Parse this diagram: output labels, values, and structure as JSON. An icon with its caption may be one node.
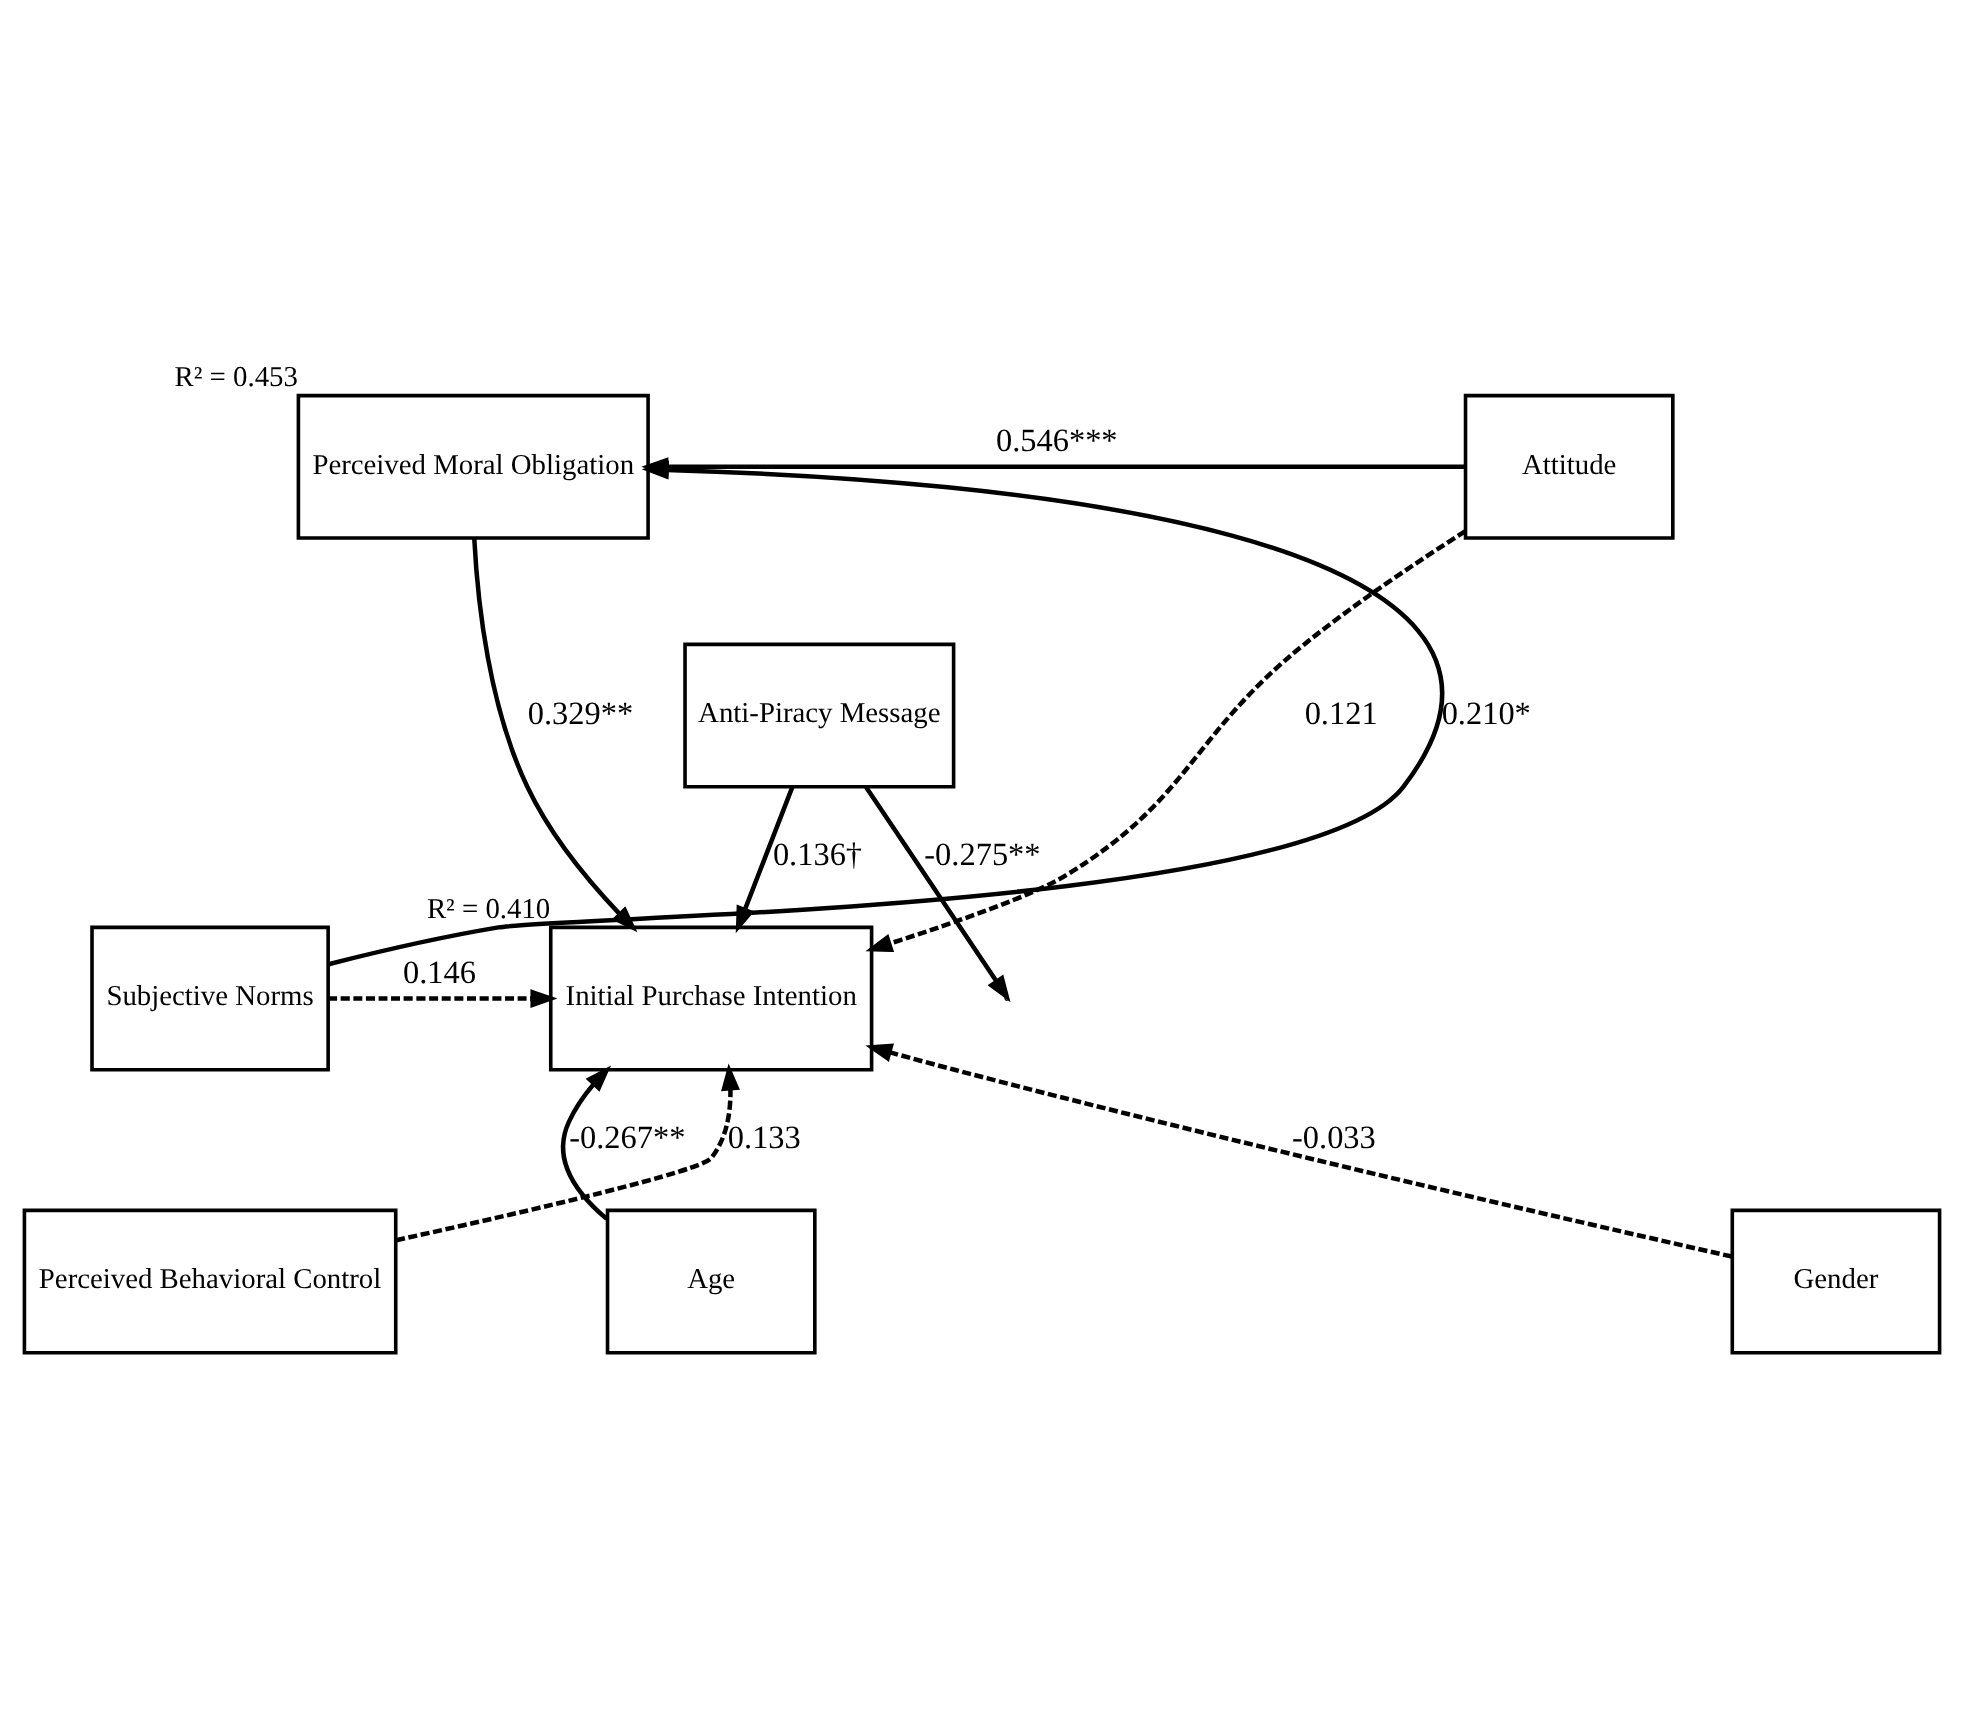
{
  "diagram": {
    "nodes": [
      {
        "text": [
          "Perceived Moral Obligation"
        ],
        "beside": [
          "R² = 0.453"
        ]
      },
      {
        "text": [
          "Attitude"
        ]
      },
      {
        "text": [
          "Anti-Piracy Message"
        ]
      },
      {
        "text": [
          "Subjective Norms"
        ]
      },
      {
        "text": [
          "Initial Purchase Intention"
        ],
        "beside": [
          "R² = 0.410"
        ]
      },
      {
        "text": [
          "Perceived Behavioral Control"
        ]
      },
      {
        "text": [
          "Age"
        ]
      },
      {
        "text": [
          "Gender"
        ]
      }
    ],
    "edges": [
      {
        "from": 1,
        "to": 0,
        "arrow": "to",
        "label": "0.546***"
      },
      {
        "from": 0,
        "to": 4,
        "arrow": "to",
        "label": "0.329**"
      },
      {
        "from": 2,
        "to": null,
        "arrow": "to",
        "label": "-0.275**"
      },
      {
        "from": 2,
        "to": 4,
        "arrow": "to",
        "label": "0.136†"
      },
      {
        "from": 1,
        "to": 4,
        "arrow": "to",
        "label": "0.121",
        "style": "dashed"
      },
      {
        "from": 3,
        "to": 0,
        "arrow": "to",
        "label": "0.210*"
      },
      {
        "from": 3,
        "to": 4,
        "arrow": "to",
        "label": "0.146",
        "style": "dashed"
      },
      {
        "from": 5,
        "to": 4,
        "arrow": "to",
        "label": "0.133",
        "style": "dashed"
      },
      {
        "from": 6,
        "to": 4,
        "arrow": "to",
        "label": "-0.267**"
      },
      {
        "from": 7,
        "to": 4,
        "arrow": "to",
        "label": "-0.033",
        "style": "dashed"
      }
    ]
  }
}
